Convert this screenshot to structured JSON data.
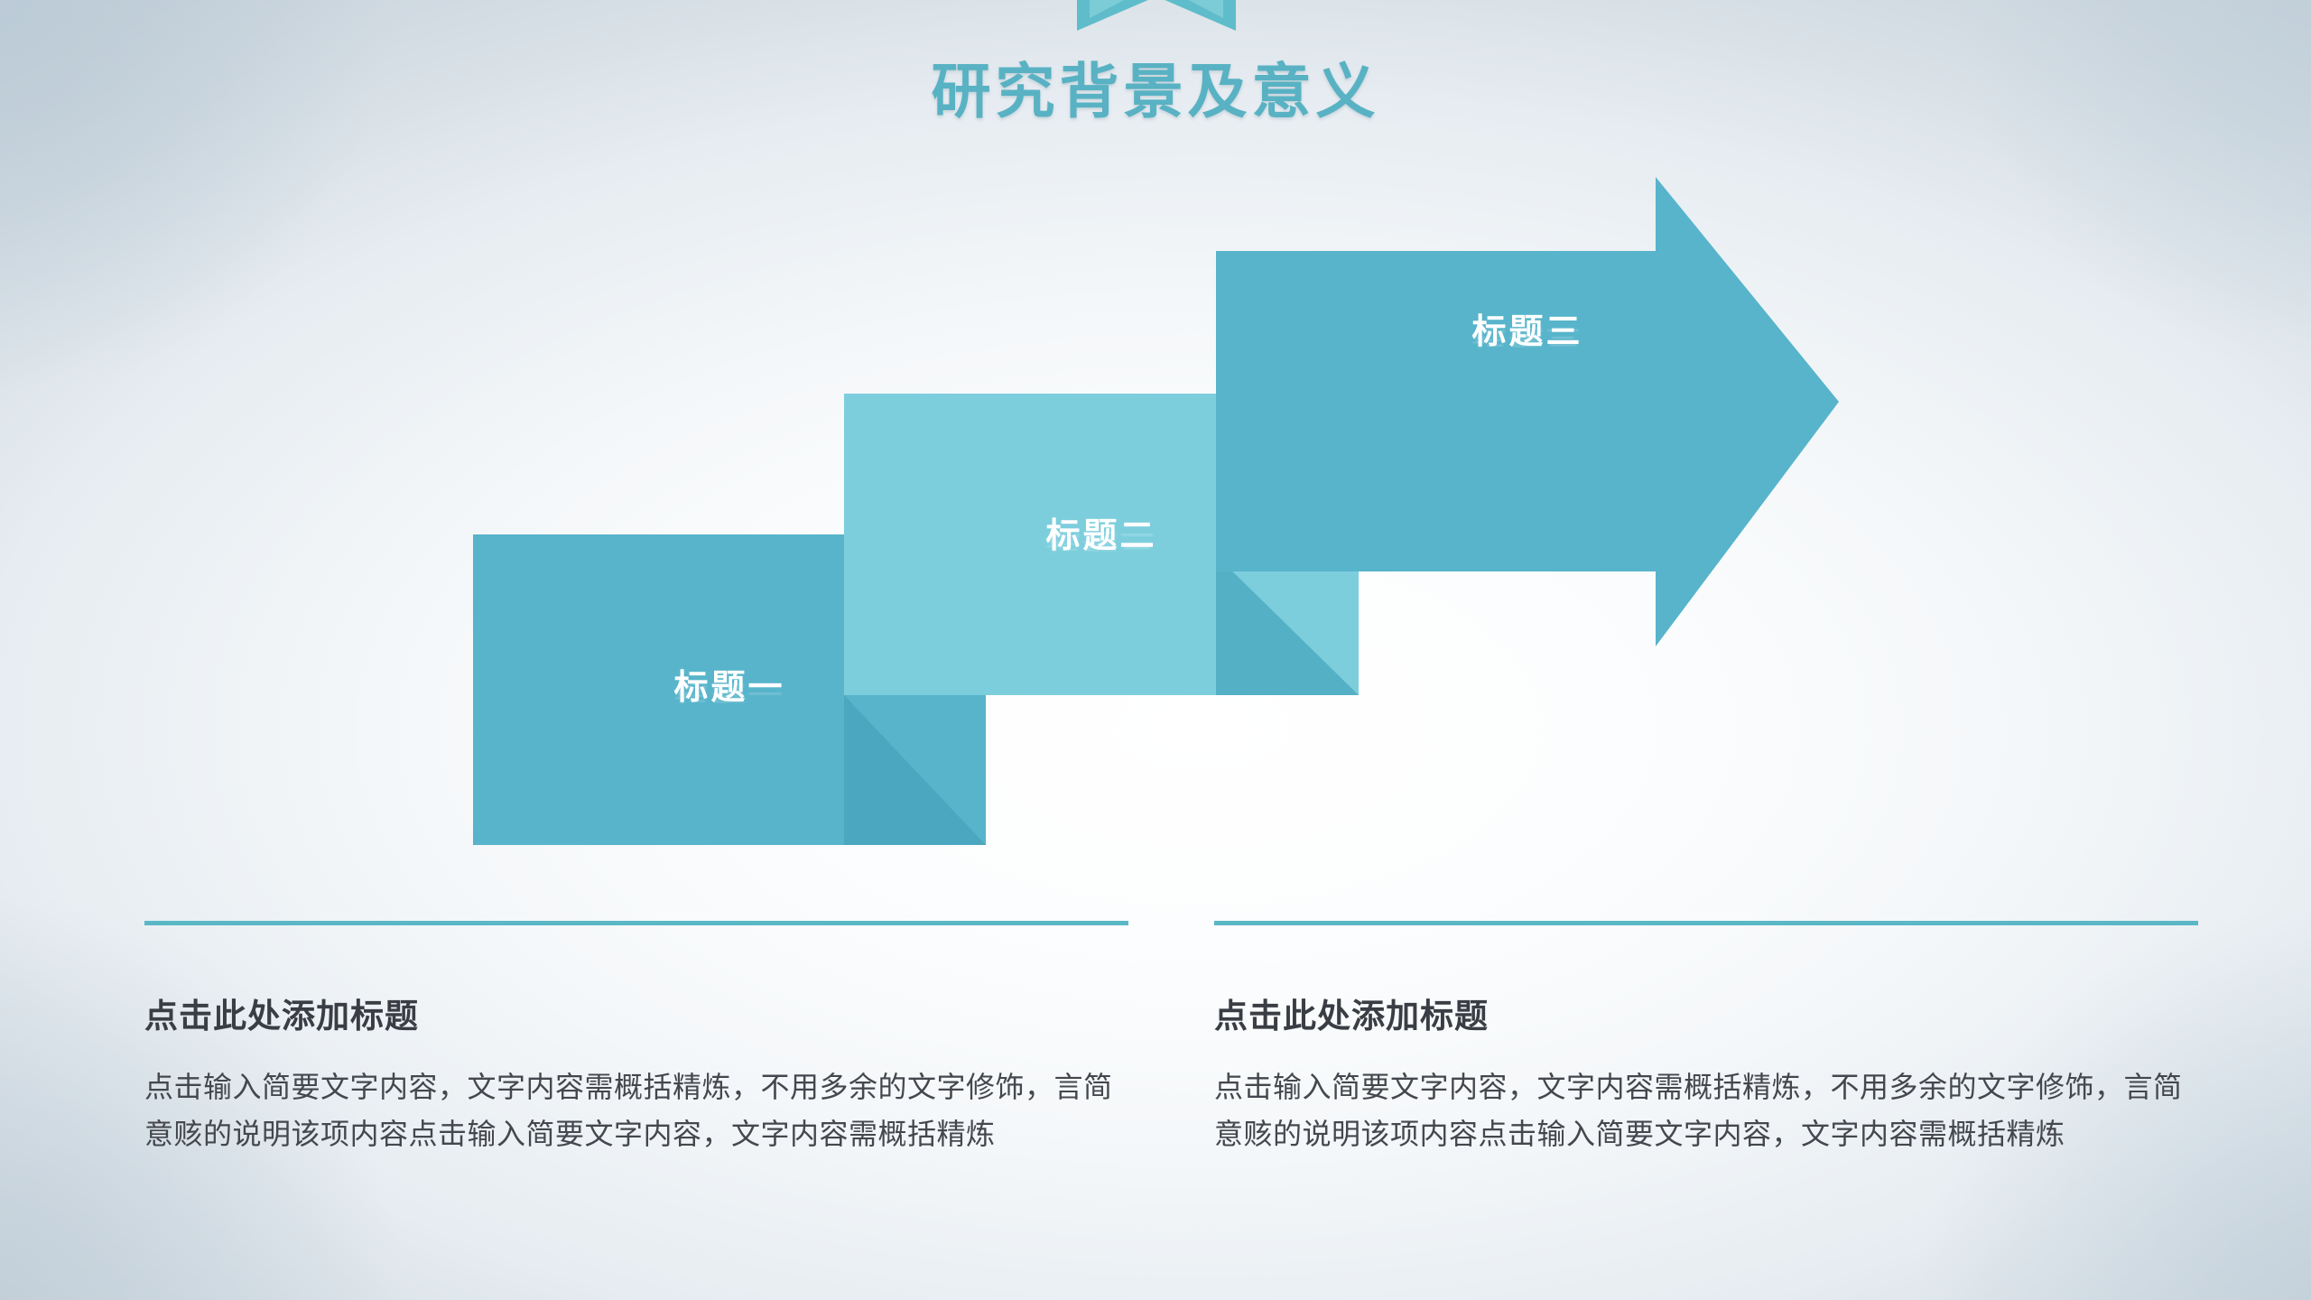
{
  "slide": {
    "title": "研究背景及意义",
    "accent_color": "#58b2c3",
    "background_edge_color": "#c6d1da",
    "background_center_color": "#ffffff"
  },
  "ribbon": {
    "name": "title-ribbon",
    "back_color": "#5fbdcb",
    "front_color": "#7fcdd8"
  },
  "diagram": {
    "type": "arrow-process",
    "steps": [
      {
        "label": "标题一",
        "color": "#57b4cb",
        "shape": "rectangle"
      },
      {
        "label": "标题二",
        "color": "#7dcedd",
        "shape": "rectangle"
      },
      {
        "label": "标题三",
        "color": "#57b4cb",
        "shape": "arrow-right"
      }
    ],
    "shadow_colors": [
      "#4ba7bf",
      "#54b0c5"
    ]
  },
  "columns": [
    {
      "heading": "点击此处添加标题",
      "body": "点击输入简要文字内容，文字内容需概括精炼，不用多余的文字修饰，言简意赅的说明该项内容点击输入简要文字内容，文字内容需概括精炼",
      "rule_color": "#5ab7c6"
    },
    {
      "heading": "点击此处添加标题",
      "body": "点击输入简要文字内容，文字内容需概括精炼，不用多余的文字修饰，言简意赅的说明该项内容点击输入简要文字内容，文字内容需概括精炼",
      "rule_color": "#5ab7c6"
    }
  ]
}
